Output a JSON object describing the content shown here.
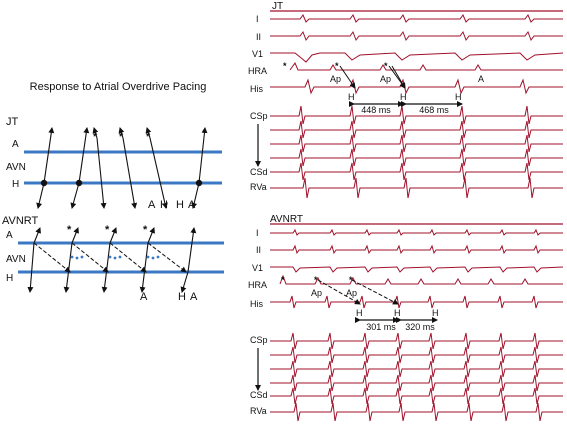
{
  "figure": {
    "title": "Response to Atrial Overdrive Pacing",
    "colors": {
      "trace": "#a0102a",
      "line": "#3b78c4",
      "ink": "#111111",
      "dots": "#3b78c4"
    },
    "ladders": [
      {
        "name": "JT",
        "labels": {
          "a": "A",
          "avn": "AVN",
          "h": "H"
        },
        "bottom_labels": [
          "A",
          "H",
          "H",
          "A"
        ]
      },
      {
        "name": "AVNRT",
        "labels": {
          "a": "A",
          "avn": "AVN",
          "h": "H"
        },
        "bottom_labels": [
          "A",
          "H",
          "A"
        ]
      }
    ],
    "panels": [
      {
        "name": "JT",
        "surface_leads": [
          "I",
          "II",
          "V1",
          "HRA",
          "His"
        ],
        "cs_leads": {
          "top": "CSp",
          "bottom": "CSd",
          "rva": "RVa"
        },
        "marker_ap": "Ap",
        "marker_a": "A",
        "marker_h": "H",
        "intervals": [
          "448 ms",
          "468 ms"
        ]
      },
      {
        "name": "AVNRT",
        "surface_leads": [
          "I",
          "II",
          "V1",
          "HRA",
          "His"
        ],
        "cs_leads": {
          "top": "CSp",
          "bottom": "CSd",
          "rva": "RVa"
        },
        "marker_ap": "Ap",
        "marker_h": "H",
        "intervals": [
          "301 ms",
          "320 ms"
        ]
      }
    ]
  }
}
